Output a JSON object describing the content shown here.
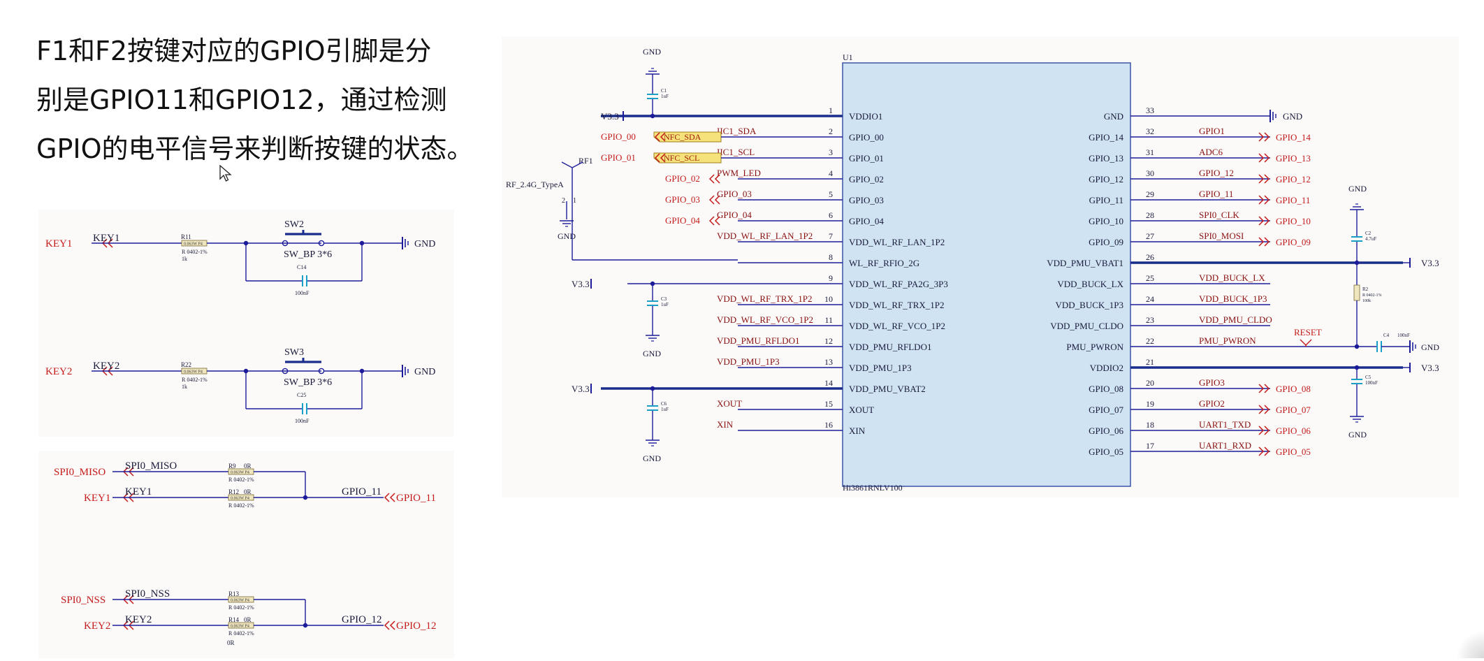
{
  "intro": {
    "lines": [
      "F1和F2按键对应的GPIO引脚是分",
      "别是GPIO11和GPIO12，通过检测",
      "GPIO的电平信号来判断按键的状态。"
    ]
  },
  "key_circuit": {
    "rows": [
      {
        "port": "KEY1",
        "net": "KEY1",
        "res_ref": "R11",
        "res_body": "0.063W P4",
        "res_pkg": "R 0402-1%",
        "res_val": "1k",
        "sw_ref": "SW2",
        "sw_type": "SW_BP 3*6",
        "cap_ref": "C14",
        "cap_val": "100nF",
        "gnd": "GND"
      },
      {
        "port": "KEY2",
        "net": "KEY2",
        "res_ref": "R22",
        "res_body": "0.063W P4",
        "res_pkg": "R 0402-1%",
        "res_val": "1k",
        "sw_ref": "SW3",
        "sw_type": "SW_BP 3*6",
        "cap_ref": "C25",
        "cap_val": "100nF",
        "gnd": "GND"
      }
    ]
  },
  "gpio_circuit": {
    "groups": [
      {
        "in1_port": "SPI0_MISO",
        "in1_net": "SPI0_MISO",
        "r1_ref": "R9",
        "r1_val": "0R",
        "in2_port": "KEY1",
        "in2_net": "KEY1",
        "r2_ref": "R12",
        "r2_val": "0R",
        "out_net": "GPIO_11",
        "out_port": "GPIO_11",
        "res_body": "0.063W P4",
        "res_pkg": "R 0402-1%"
      },
      {
        "in1_port": "SPI0_NSS",
        "in1_net": "SPI0_NSS",
        "r1_ref": "R13",
        "r1_val": "",
        "in2_port": "KEY2",
        "in2_net": "KEY2",
        "r2_ref": "R14",
        "r2_val": "0R",
        "out_net": "GPIO_12",
        "out_port": "GPIO_12",
        "res_body": "0.063W P4",
        "res_pkg": "R 0402-1%"
      }
    ],
    "extra_label": "0R"
  },
  "chip": {
    "ref": "U1",
    "part": "Hi3861RNLV100",
    "left_pins": [
      {
        "num": "1",
        "name": "VDDIO1"
      },
      {
        "num": "2",
        "name": "GPIO_00"
      },
      {
        "num": "3",
        "name": "GPIO_01"
      },
      {
        "num": "4",
        "name": "GPIO_02"
      },
      {
        "num": "5",
        "name": "GPIO_03"
      },
      {
        "num": "6",
        "name": "GPIO_04"
      },
      {
        "num": "7",
        "name": "VDD_WL_RF_LAN_1P2"
      },
      {
        "num": "8",
        "name": "WL_RF_RFIO_2G"
      },
      {
        "num": "9",
        "name": "VDD_WL_RF_PA2G_3P3"
      },
      {
        "num": "10",
        "name": "VDD_WL_RF_TRX_1P2"
      },
      {
        "num": "11",
        "name": "VDD_WL_RF_VCO_1P2"
      },
      {
        "num": "12",
        "name": "VDD_PMU_RFLDO1"
      },
      {
        "num": "13",
        "name": "VDD_PMU_1P3"
      },
      {
        "num": "14",
        "name": "VDD_PMU_VBAT2"
      },
      {
        "num": "15",
        "name": "XOUT"
      },
      {
        "num": "16",
        "name": "XIN"
      }
    ],
    "right_pins": [
      {
        "num": "33",
        "name": "GND"
      },
      {
        "num": "32",
        "name": "GPIO_14"
      },
      {
        "num": "31",
        "name": "GPIO_13"
      },
      {
        "num": "30",
        "name": "GPIO_12"
      },
      {
        "num": "29",
        "name": "GPIO_11"
      },
      {
        "num": "28",
        "name": "GPIO_10"
      },
      {
        "num": "27",
        "name": "GPIO_09"
      },
      {
        "num": "26",
        "name": "VDD_PMU_VBAT1"
      },
      {
        "num": "25",
        "name": "VDD_BUCK_LX"
      },
      {
        "num": "24",
        "name": "VDD_BUCK_1P3"
      },
      {
        "num": "23",
        "name": "VDD_PMU_CLDO"
      },
      {
        "num": "22",
        "name": "PMU_PWRON"
      },
      {
        "num": "21",
        "name": "VDDIO2"
      },
      {
        "num": "20",
        "name": "GPIO_08"
      },
      {
        "num": "19",
        "name": "GPIO_07"
      },
      {
        "num": "18",
        "name": "GPIO_06"
      },
      {
        "num": "17",
        "name": "GPIO_05"
      }
    ]
  },
  "left_nets": [
    {
      "pin": "1",
      "net": "",
      "port": "V3.3"
    },
    {
      "pin": "2",
      "net": "IIC1_SDA",
      "port": "GPIO_00",
      "tag": "NFC_SDA"
    },
    {
      "pin": "3",
      "net": "IIC1_SCL",
      "port": "GPIO_01",
      "tag": "NFC_SCL"
    },
    {
      "pin": "4",
      "net": "PWM_LED",
      "port": "GPIO_02"
    },
    {
      "pin": "5",
      "net": "GPIO_03",
      "port": "GPIO_03"
    },
    {
      "pin": "6",
      "net": "GPIO_04",
      "port": "GPIO_04"
    },
    {
      "pin": "7",
      "net": "VDD_WL_RF_LAN_1P2"
    },
    {
      "pin": "8",
      "net": ""
    },
    {
      "pin": "9",
      "net": "",
      "port": "V3.3"
    },
    {
      "pin": "10",
      "net": "VDD_WL_RF_TRX_1P2"
    },
    {
      "pin": "11",
      "net": "VDD_WL_RF_VCO_1P2"
    },
    {
      "pin": "12",
      "net": "VDD_PMU_RFLDO1"
    },
    {
      "pin": "13",
      "net": "VDD_PMU_1P3"
    },
    {
      "pin": "14",
      "net": "",
      "port": "V3.3"
    },
    {
      "pin": "15",
      "net": "XOUT"
    },
    {
      "pin": "16",
      "net": "XIN"
    }
  ],
  "right_nets": [
    {
      "pin": "33",
      "net": "",
      "port": "GND"
    },
    {
      "pin": "32",
      "net": "GPIO1",
      "port": "GPIO_14"
    },
    {
      "pin": "31",
      "net": "ADC6",
      "port": "GPIO_13"
    },
    {
      "pin": "30",
      "net": "GPIO_12",
      "port": "GPIO_12"
    },
    {
      "pin": "29",
      "net": "GPIO_11",
      "port": "GPIO_11"
    },
    {
      "pin": "28",
      "net": "SPI0_CLK",
      "port": "GPIO_10"
    },
    {
      "pin": "27",
      "net": "SPI0_MOSI",
      "port": "GPIO_09"
    },
    {
      "pin": "26",
      "net": "",
      "port": "V3.3"
    },
    {
      "pin": "25",
      "net": "VDD_BUCK_LX"
    },
    {
      "pin": "24",
      "net": "VDD_BUCK_1P3"
    },
    {
      "pin": "23",
      "net": "VDD_PMU_CLDO"
    },
    {
      "pin": "22",
      "net": "PMU_PWRON"
    },
    {
      "pin": "21",
      "net": "",
      "port": "V3.3"
    },
    {
      "pin": "20",
      "net": "GPIO3",
      "port": "GPIO_08"
    },
    {
      "pin": "19",
      "net": "GPIO2",
      "port": "GPIO_07"
    },
    {
      "pin": "18",
      "net": "UART1_TXD",
      "port": "GPIO_06"
    },
    {
      "pin": "17",
      "net": "UART1_RXD",
      "port": "GPIO_05"
    }
  ],
  "antenna": {
    "ref": "RF1",
    "type": "RF_2.4G_TypeA",
    "pin_a": "2",
    "pin_b": "1",
    "gnd": "GND"
  },
  "caps": {
    "c1": {
      "ref": "C1",
      "val": "1uF"
    },
    "c3": {
      "ref": "C3",
      "val": "1uF"
    },
    "c6": {
      "ref": "C6",
      "val": "1uF"
    },
    "c2": {
      "ref": "C2",
      "val": "4.7uF"
    },
    "c4": {
      "ref": "C4",
      "val": "100nF"
    },
    "c5": {
      "ref": "C5",
      "val": "100nF"
    },
    "r2": {
      "ref": "R2",
      "pkg": "R 0402-1%",
      "val": "100k"
    }
  },
  "labels": {
    "gnd": "GND",
    "v33": "V3.3",
    "reset": "RESET"
  },
  "colors": {
    "wire": "#1c1c9a",
    "bus": "#1a2c8c",
    "port": "#c41a1a",
    "chip_fill": "#cfe3f3",
    "chip_border": "#3a55a8",
    "text": "#1a1a3a",
    "tag_fill": "#f6e27a"
  }
}
